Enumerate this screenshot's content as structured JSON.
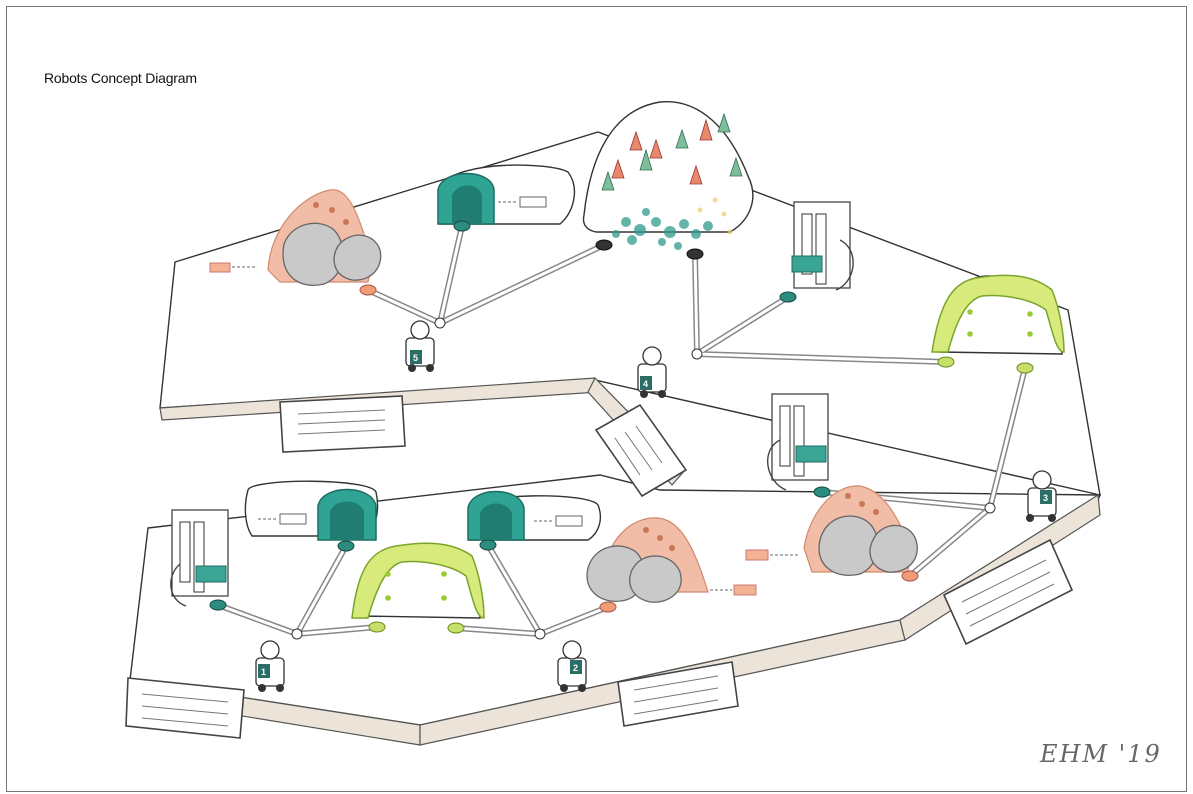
{
  "title": "Robots Concept Diagram",
  "signature": "EHM '19",
  "robots": [
    "5",
    "4",
    "3",
    "1",
    "2"
  ]
}
